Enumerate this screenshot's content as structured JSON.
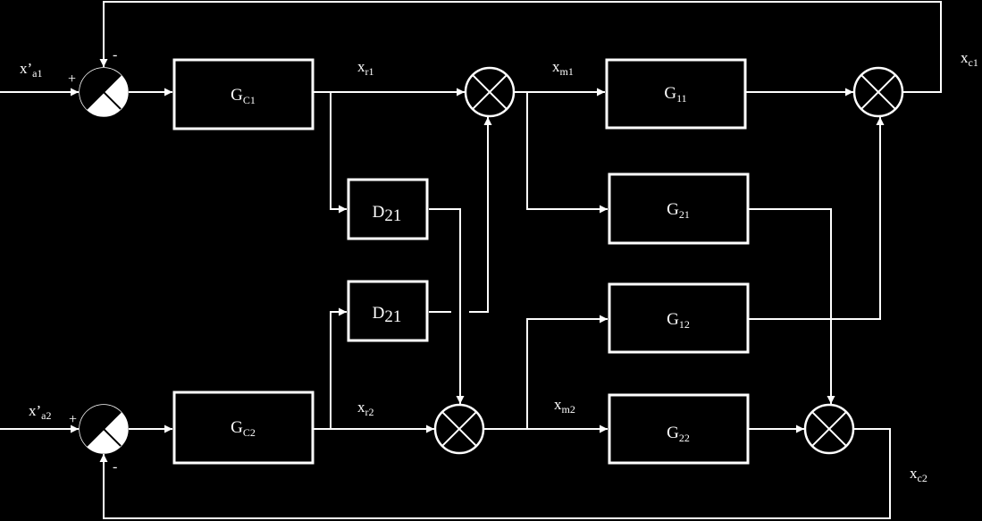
{
  "blocks": {
    "gc1": {
      "main": "G",
      "sub": "C1"
    },
    "gc2": {
      "main": "G",
      "sub": "C2"
    },
    "d21_top": {
      "main": "D",
      "sub": "21"
    },
    "d21_bottom": {
      "main": "D",
      "sub": "21"
    },
    "g11": {
      "main": "G",
      "sub": "11"
    },
    "g21": {
      "main": "G",
      "sub": "21"
    },
    "g12": {
      "main": "G",
      "sub": "12"
    },
    "g22": {
      "main": "G",
      "sub": "22"
    }
  },
  "signals": {
    "xa1": {
      "main": "x’",
      "sub": "a1"
    },
    "xa2": {
      "main": "x’",
      "sub": "a2"
    },
    "xr1": {
      "main": "x",
      "sub": "r1"
    },
    "xr2": {
      "main": "x",
      "sub": "r2"
    },
    "xm1": {
      "main": "x",
      "sub": "m1"
    },
    "xm2": {
      "main": "x",
      "sub": "m2"
    },
    "xc1": {
      "main": "x",
      "sub": "c1"
    },
    "xc2": {
      "main": "x",
      "sub": "c2"
    }
  },
  "signs": {
    "sum1_plus": "+",
    "sum1_minus": "-",
    "sum2_plus": "+",
    "sum2_minus": "-"
  }
}
